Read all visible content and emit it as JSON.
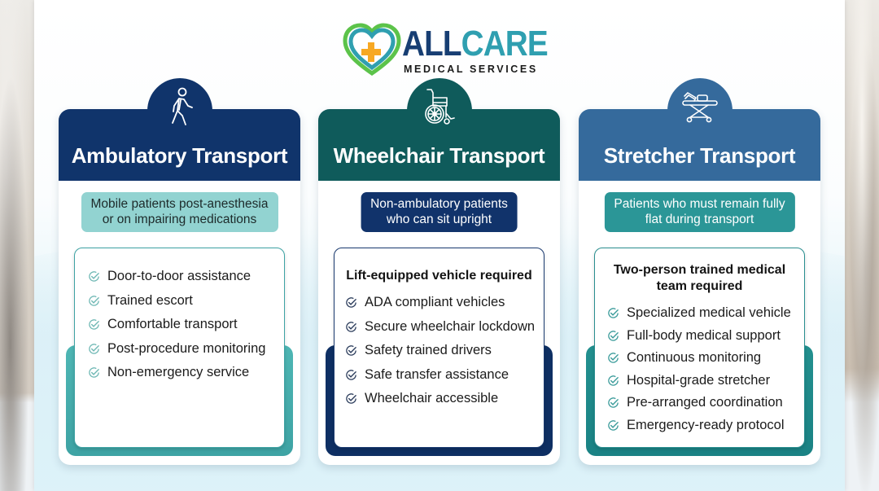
{
  "brand": {
    "word_part1": "ALL",
    "word_part2": "CARE",
    "subtitle": "MEDICAL SERVICES",
    "colors": {
      "navy": "#173e73",
      "teal": "#2f9fb0",
      "green": "#5cc34a",
      "orange": "#f7a823"
    }
  },
  "cards": [
    {
      "title": "Ambulatory Transport",
      "icon": "walking-person-icon",
      "header_color": "#10346b",
      "description": [
        "Mobile patients post-anesthesia",
        "or on impairing medications"
      ],
      "description_bg": "#92d3d1",
      "accent_color": "#45adad",
      "requirement": "",
      "features": [
        "Door-to-door assistance",
        "Trained escort",
        "Comfortable transport",
        "Post-procedure monitoring",
        "Non-emergency service"
      ]
    },
    {
      "title": "Wheelchair Transport",
      "icon": "wheelchair-icon",
      "header_color": "#0f5b5b",
      "description": [
        "Non-ambulatory patients",
        "who can sit upright"
      ],
      "description_bg": "#11336b",
      "accent_color": "#0e2f63",
      "requirement": "Lift-equipped vehicle required",
      "features": [
        "ADA compliant vehicles",
        "Secure wheelchair lockdown",
        "Safety trained drivers",
        "Safe transfer assistance",
        "Wheelchair accessible"
      ]
    },
    {
      "title": "Stretcher Transport",
      "icon": "stretcher-icon",
      "header_color": "#356a9c",
      "description": [
        "Patients who must remain fully",
        "flat during transport"
      ],
      "description_bg": "#2b9697",
      "accent_color": "#1f8a8c",
      "requirement": "Two-person trained medical team required",
      "features": [
        "Specialized medical vehicle",
        "Full-body medical support",
        "Continuous monitoring",
        "Hospital-grade stretcher",
        "Pre-arranged coordination",
        "Emergency-ready protocol"
      ]
    }
  ]
}
